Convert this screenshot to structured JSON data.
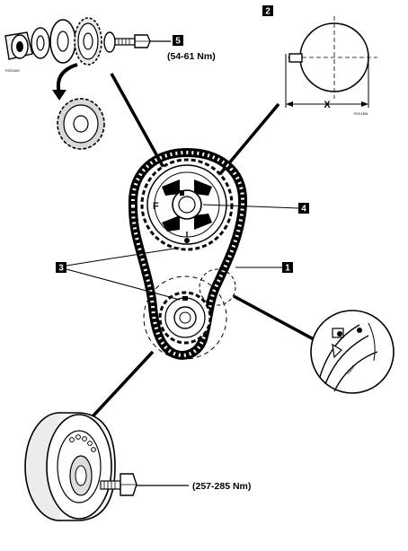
{
  "callouts": {
    "c1": "1",
    "c2": "2",
    "c3": "3",
    "c4": "4",
    "c5": "5"
  },
  "torques": {
    "camshaft_bolt": "(54-61 Nm)",
    "crankshaft_bolt": "(257-285 Nm)"
  },
  "dimension_label": "X",
  "sprocket_mark": "F",
  "figure_codes": {
    "top_left": "RCE1849",
    "top_right": "RCE1861"
  },
  "detail_text": "TIMING"
}
